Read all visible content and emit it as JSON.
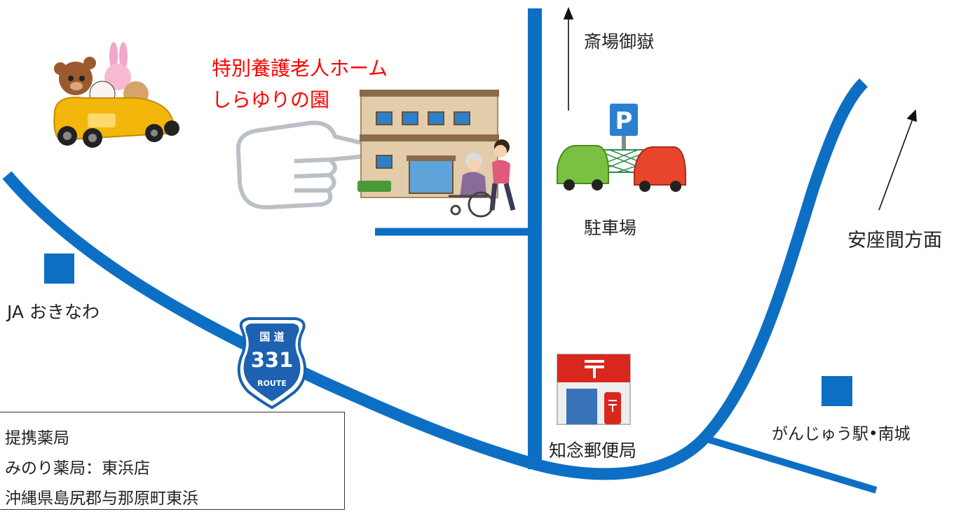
{
  "facility": {
    "name_line1": "特別養護老人ホーム",
    "name_line2": "しらゆりの園"
  },
  "labels": {
    "crematorium": "斎場御嶽",
    "parking": "駐車場",
    "direction_azama": "安座間方面",
    "ja": "JA おきなわ",
    "post_office": "知念郵便局",
    "station": "がんじゅう駅•南城"
  },
  "route_sign": {
    "kanji": "国 道",
    "number": "331",
    "route": "ROUTE"
  },
  "parking_sign": "P",
  "pharmacy": {
    "heading": "提携薬局",
    "line1": "みのり薬局：東浜店",
    "line2": "沖縄県島尻郡与那原町東浜"
  },
  "colors": {
    "road": "#0d6fc4",
    "highlight": "#ff0000",
    "marker": "#0d6fc4"
  },
  "icons": [
    "car-animals-icon",
    "pointing-hand-icon",
    "nursing-home-icon",
    "parking-icon",
    "post-office-icon",
    "route-sign-icon"
  ]
}
